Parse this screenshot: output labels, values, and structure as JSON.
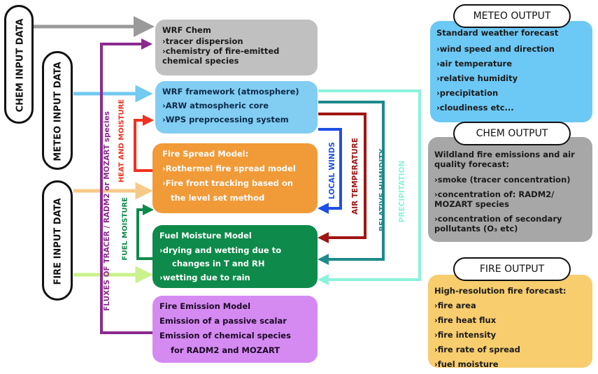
{
  "inputs": {
    "chem": "CHEM INPUT DATA",
    "meteo": "METEO INPUT DATA",
    "fire": "FIRE INPUT DATA"
  },
  "flow_labels": {
    "fluxes": "FLUXES OF TRACER  / RADM2 or MOZART species",
    "heat_moisture": "HEAT AND MOISTURE",
    "fuel_moisture": "FUEL MOISTURE",
    "local_winds": "LOCAL WINDS",
    "air_temperature": "AIR TEMPERATURE",
    "relative_humidity": "RELATIVE HUMIDITY",
    "precipitation": "PRECIPITATION"
  },
  "modules": {
    "wrf_chem": {
      "title": "WRF Chem",
      "items": [
        "›tracer dispersion",
        "›chemistry of  fire-emitted",
        "chemical species"
      ]
    },
    "wrf_framework": {
      "title": "WRF framework (atmosphere)",
      "items": [
        "›ARW atmospheric core",
        "›WPS preprocessing system"
      ]
    },
    "fire_spread": {
      "title": "Fire Spread Model:",
      "items": [
        "›Rothermel fire spread model",
        "›Fire front tracking based on",
        "the level set method"
      ]
    },
    "fuel_moisture": {
      "title": "Fuel Moisture Model",
      "items": [
        "›drying and wetting due to",
        "changes in T and RH",
        "›wetting due to rain"
      ]
    },
    "fire_emission": {
      "title": "Fire Emission Model",
      "items": [
        "Emission of a passive scalar",
        "Emission of chemical species",
        "for RADM2 and MOZART"
      ]
    }
  },
  "outputs": {
    "meteo": {
      "title": "METEO OUTPUT",
      "items": [
        "Standard weather forecast",
        "›wind speed and direction",
        "›air temperature",
        "›relative humidity",
        "›precipitation",
        "›cloudiness etc..."
      ]
    },
    "chem": {
      "title": "CHEM OUTPUT",
      "items": [
        "Wildland fire emissions and air quality forecast:",
        "›smoke (tracer concentration)",
        "›concentration of: RADM2/ MOZART species",
        "›concentration of secondary pollutants (O₃ etc)"
      ]
    },
    "fire": {
      "title": "FIRE OUTPUT",
      "items": [
        "High-resolution fire forecast:",
        "›fire area",
        "›fire heat flux",
        "›fire intensity",
        "›fire rate of spread",
        "›fuel moisture"
      ]
    }
  },
  "colors": {
    "chem_gray": "#c0c0c0",
    "wrf_blue": "#82cdf2",
    "fire_orange": "#f19a38",
    "fuel_green": "#0e8a4a",
    "emission_purple": "#d58af2",
    "meteo_out_blue": "#6cc8f4",
    "chem_out_gray": "#a7a7a7",
    "fire_out_yellow": "#f7cd6e",
    "flux_purple": "#8a2a8e",
    "heat_red": "#f0321e",
    "wind_blue": "#1e4fe6",
    "temp_darkred": "#a01414",
    "rh_teal": "#1f8a8a",
    "precip_aqua": "#8cf2dc",
    "meteo_input_blue": "#72c9f2",
    "fire_input_orange": "#f7c987",
    "fire_input_green": "#c9f28a",
    "chem_input_gray": "#9a9a9a"
  }
}
